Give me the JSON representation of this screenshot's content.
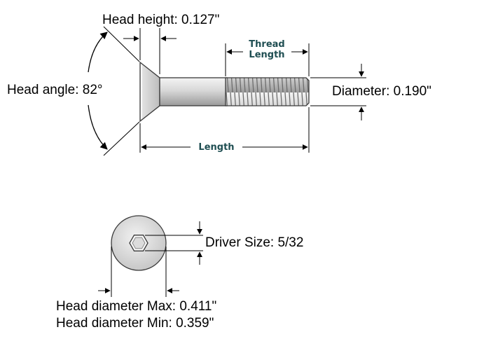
{
  "labels": {
    "head_height": "Head height: 0.127\"",
    "head_angle": "Head angle: 82°",
    "thread_length_line1": "Thread",
    "thread_length_line2": "Length",
    "length": "Length",
    "diameter": "Diameter: 0.190\"",
    "driver_size": "Driver Size:  5/32",
    "head_diameter_max": "Head diameter Max: 0.411\"",
    "head_diameter_min": "Head diameter Min:  0.359\""
  },
  "colors": {
    "dimension_text": "#1f4e52",
    "line": "#000000",
    "metal_light": "#f1f1f1",
    "metal_mid": "#c9c9c9",
    "metal_dark": "#8d8d8d",
    "outline": "#3a3a3a"
  },
  "icons": {
    "side_view": "countersunk-screw-side-view",
    "top_view": "hex-socket-head-top-view"
  }
}
